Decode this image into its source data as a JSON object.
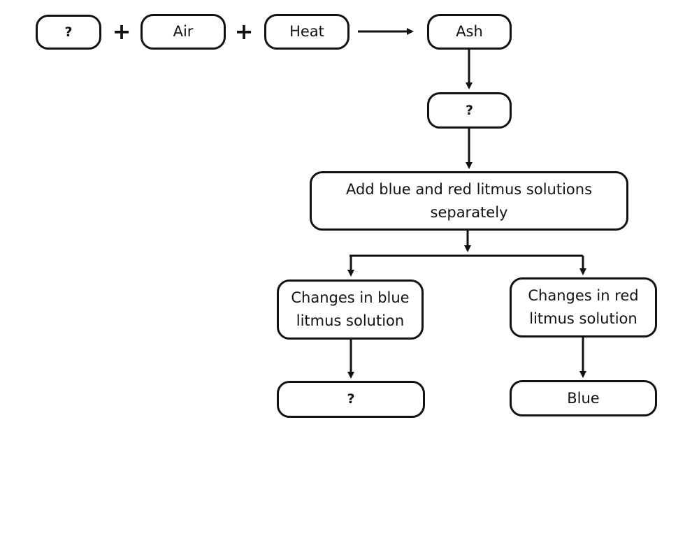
{
  "diagram": {
    "reactants": {
      "unknown": "?",
      "air": "Air",
      "heat": "Heat"
    },
    "plus_symbol": "+",
    "product": "Ash",
    "ash_result": "?",
    "test_step": "Add blue and red litmus solutions separately",
    "branch_blue": "Changes in blue litmus solution",
    "branch_red": "Changes in red litmus solution",
    "blue_result": "?",
    "red_result": "Blue"
  }
}
